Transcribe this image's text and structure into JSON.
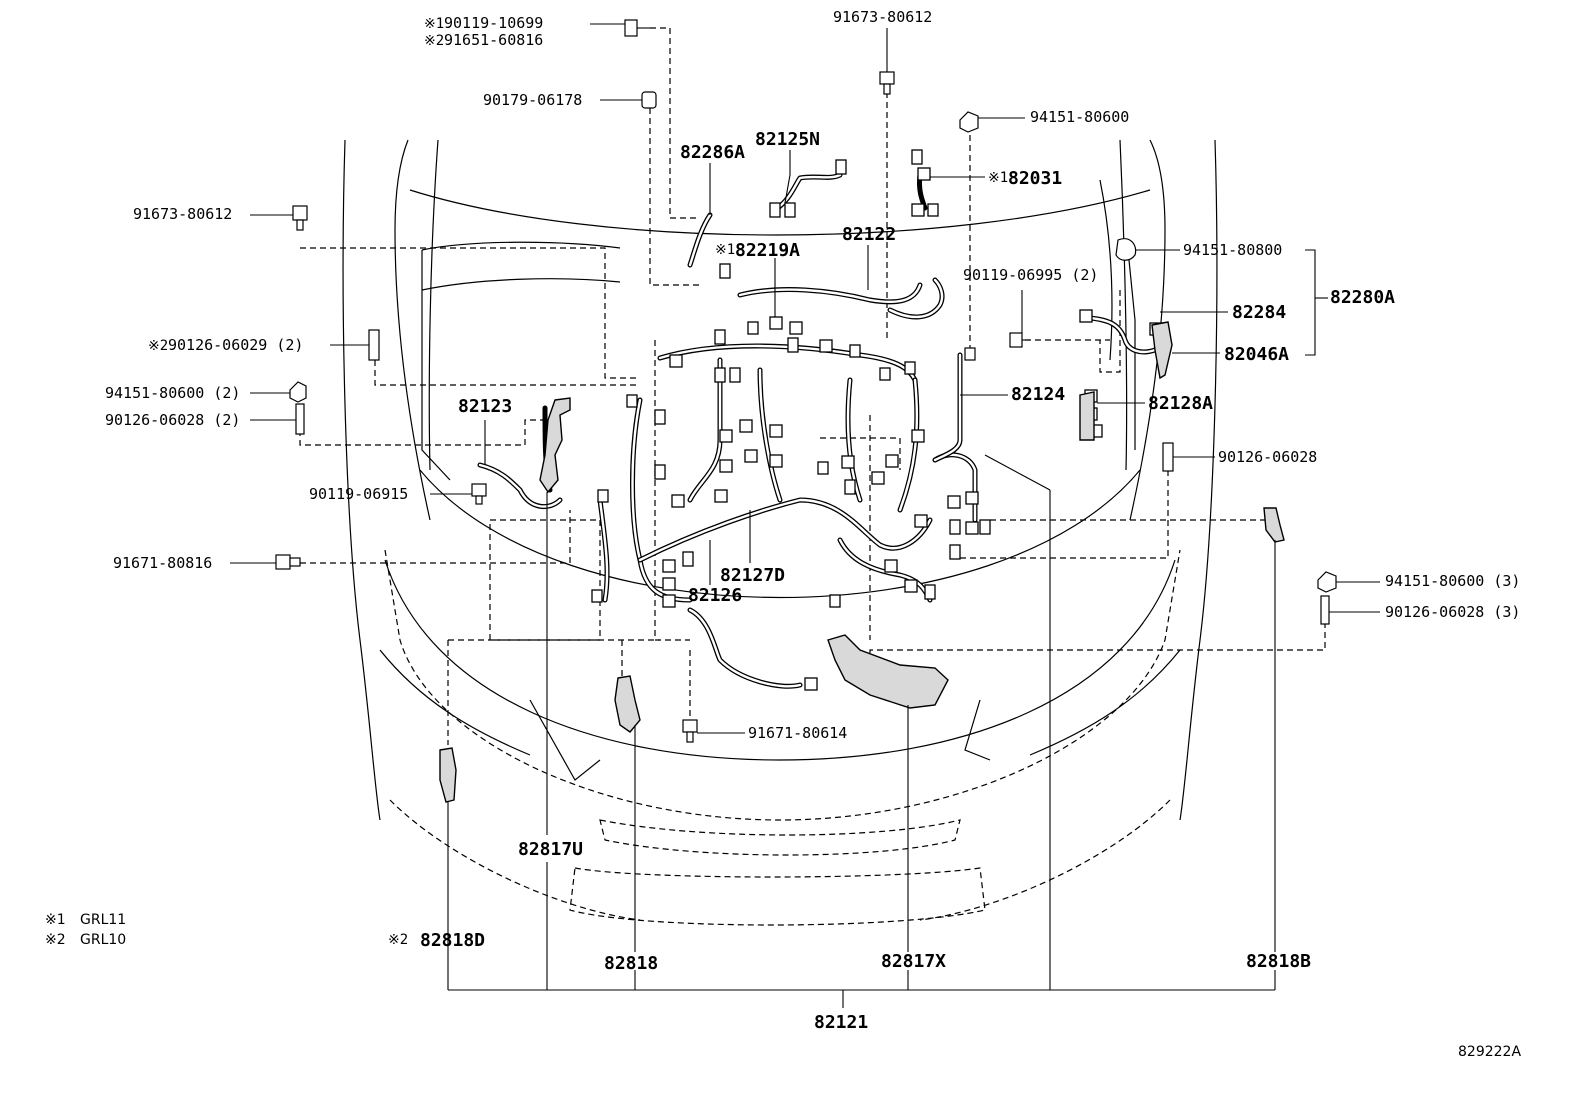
{
  "figure_id": "829222A",
  "notes": [
    {
      "mark": "※1",
      "text": "GRL11"
    },
    {
      "mark": "※2",
      "text": "GRL10"
    }
  ],
  "fasteners": {
    "screw_top_1": "90119-10699",
    "screw_top_2": "91651-60816",
    "bolt_top_right": "91673-80612",
    "nut_90179": "90179-06178",
    "nut_94151_top": "94151-80600",
    "bolt_left": "91673-80612",
    "stud_90126_06029": "90126-06029 (2)",
    "nut_94151_left": "94151-80600 (2)",
    "stud_90126_06028_left": "90126-06028 (2)",
    "bolt_90119_06915": "90119-06915",
    "bolt_91671_80816": "91671-80816",
    "bolt_91671_80614": "91671-80614",
    "clip_94151_80800": "94151-80800",
    "bolt_90119_06995": "90119-06995 (2)",
    "stud_90126_06028_right": "90126-06028",
    "nut_94151_right": "94151-80600 (3)",
    "stud_90126_06028_right3": "90126-06028 (3)"
  },
  "parts": {
    "p82286A": "82286A",
    "p82125N": "82125N",
    "p82031": "82031",
    "p82219A": "82219A",
    "p82122": "82122",
    "p82280A": "82280A",
    "p82284": "82284",
    "p82046A": "82046A",
    "p82124": "82124",
    "p82128A": "82128A",
    "p82123": "82123",
    "p82127D": "82127D",
    "p82126": "82126",
    "p82817U": "82817U",
    "p82818D": "82818D",
    "p82818": "82818",
    "p82817X": "82817X",
    "p82818B": "82818B",
    "p82121": "82121"
  },
  "marks": {
    "m1": "※1",
    "m2": "※2"
  }
}
